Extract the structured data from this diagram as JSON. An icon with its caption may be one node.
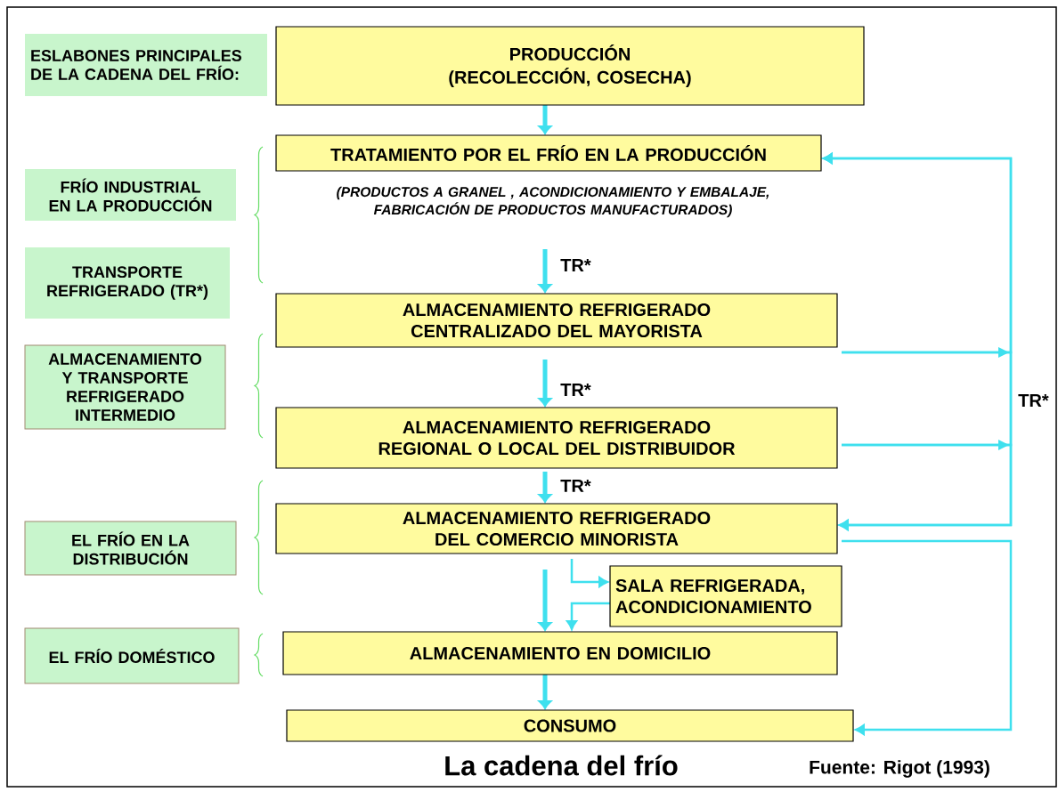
{
  "diagram": {
    "caption": "La cadena del frío",
    "nodes": [
      {
        "text": [
          "ESLABONES PRINCIPALES DE LA CADENA DEL FRÍO:"
        ]
      },
      {
        "text": [
          "FRÍO INDUSTRIAL EN LA PRODUCCIÓN"
        ]
      },
      {
        "text": [
          "TRANSPORTE REFRIGERADO (TR*)"
        ]
      },
      {
        "text": [
          "ALMACENAMIENTO Y TRANSPORTE REFRIGERADO INTERMEDIO"
        ]
      },
      {
        "text": [
          "EL FRÍO EN LA DISTRIBUCIÓN"
        ]
      },
      {
        "text": [
          "EL FRÍO DOMÉSTICO"
        ]
      },
      {
        "text": [
          "PRODUCCIÓN",
          "(RECOLECCIÓN, COSECHA)"
        ]
      },
      {
        "text": [
          "TRATAMIENTO POR EL FRÍO EN LA PRODUCCIÓN"
        ],
        "beside": [
          "(PRODUCTOS A GRANEL , ACONDICIONAMIENTO Y EMBALAJE, FABRICACIÓN DE PRODUCTOS MANUFACTURADOS)"
        ]
      },
      {
        "text": [
          "ALMACENAMIENTO REFRIGERADO CENTRALIZADO DEL MAYORISTA"
        ]
      },
      {
        "text": [
          "ALMACENAMIENTO REFRIGERADO REGIONAL O LOCAL DEL DISTRIBUIDOR"
        ]
      },
      {
        "text": [
          "ALMACENAMIENTO REFRIGERADO DEL COMERCIO MINORISTA"
        ]
      },
      {
        "text": [
          "SALA REFRIGERADA, ACONDICIONAMIENTO"
        ]
      },
      {
        "text": [
          "ALMACENAMIENTO EN DOMICILIO"
        ]
      },
      {
        "text": [
          "CONSUMO"
        ]
      }
    ],
    "edges": [
      {
        "from": 6,
        "to": 7,
        "arrow": "to",
        "style": "thick"
      },
      {
        "from": 7,
        "to": 8,
        "arrow": "to",
        "style": "thick",
        "label": "TR*"
      },
      {
        "from": 8,
        "to": 9,
        "arrow": "to",
        "style": "thick",
        "label": "TR*"
      },
      {
        "from": 9,
        "to": 10,
        "arrow": "to",
        "style": "thick",
        "label": "TR*"
      },
      {
        "from": 10,
        "to": 12,
        "arrow": "to",
        "style": "thick"
      },
      {
        "from": 10,
        "to": 11,
        "arrow": "to"
      },
      {
        "from": 11,
        "to": 12,
        "arrow": "to"
      },
      {
        "from": 12,
        "to": 13,
        "arrow": "to",
        "style": "thick"
      },
      {
        "from": 8,
        "to": 7,
        "arrow": "to"
      },
      {
        "from": 9,
        "to": 7,
        "arrow": "to"
      },
      {
        "from": 8,
        "to": 10,
        "arrow": "to",
        "label": "TR*"
      },
      {
        "from": 9,
        "to": 10,
        "arrow": "to"
      },
      {
        "from": 10,
        "to": 13,
        "arrow": "to"
      }
    ],
    "labels": [
      "Fuente: Rigot (1993)"
    ]
  }
}
